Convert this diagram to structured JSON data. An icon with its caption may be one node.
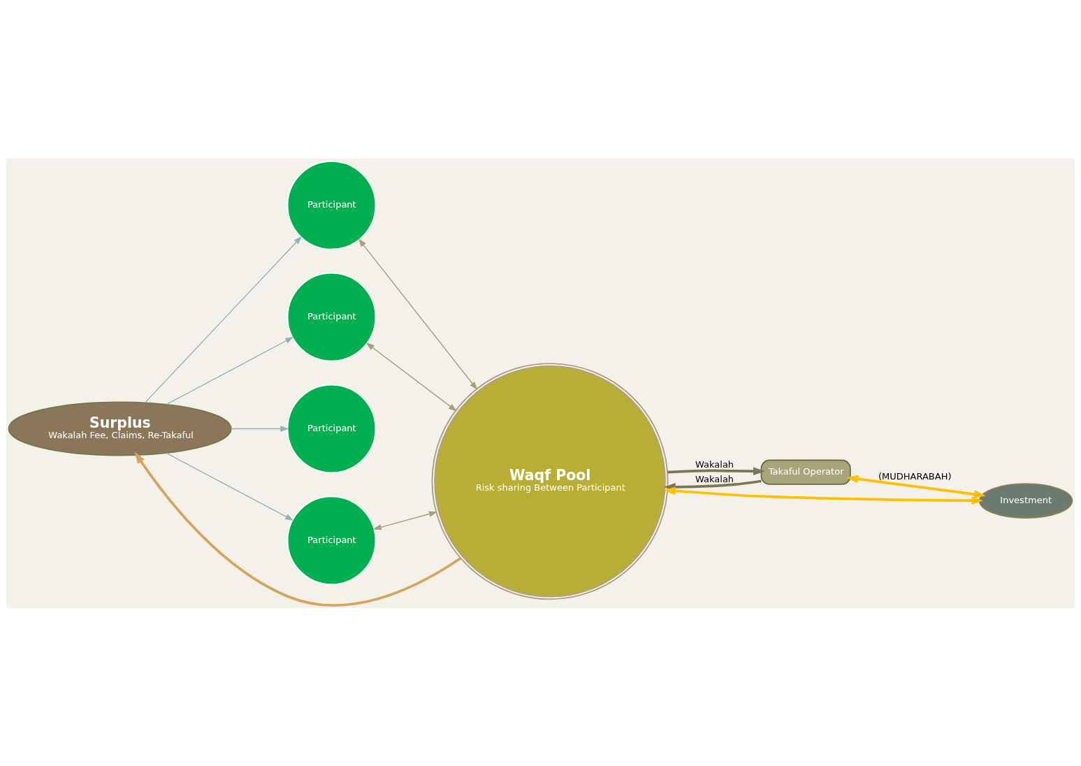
{
  "diagram": {
    "nodes": [
      {
        "text": [
          "Surplus",
          "Wakalah Fee, Claims, Re-Takaful"
        ]
      },
      {
        "text": [
          "Takaful Operator"
        ]
      },
      {
        "text": [
          "Investment"
        ]
      },
      {
        "text": [
          "Waqf Pool",
          "Risk sharing Between Participant"
        ]
      },
      {
        "text": [
          "Participant"
        ]
      },
      {
        "text": [
          "Participant"
        ]
      },
      {
        "text": [
          "Participant"
        ]
      },
      {
        "text": [
          "Participant"
        ]
      }
    ],
    "edges": [
      {
        "from": 0,
        "to": 4,
        "arrow": "to"
      },
      {
        "from": 0,
        "to": 5,
        "arrow": "to"
      },
      {
        "from": 0,
        "to": 6,
        "arrow": "to"
      },
      {
        "from": 0,
        "to": 7,
        "arrow": "to"
      },
      {
        "from": 3,
        "to": 0,
        "arrow": "to",
        "style": "thick",
        "color": "#d4a55c"
      },
      {
        "from": 4,
        "to": 3,
        "arrow": "both",
        "color": "#a3a07a"
      },
      {
        "from": 5,
        "to": 3,
        "arrow": "both",
        "color": "#a3a07a"
      },
      {
        "from": 7,
        "to": 3,
        "arrow": "both",
        "color": "#a3a07a"
      },
      {
        "from": 3,
        "to": 1,
        "arrow": "to",
        "label": "Wakalah",
        "style": "thick",
        "color": "#7a7756"
      },
      {
        "from": 1,
        "to": 3,
        "arrow": "to",
        "label": "Wakalah",
        "style": "thick",
        "color": "#7a7756"
      },
      {
        "from": 1,
        "to": 2,
        "arrow": "both",
        "label": "(MUDHARABAH)",
        "style": "thick",
        "color": "#ffc000"
      },
      {
        "from": 2,
        "to": 3,
        "arrow": "both",
        "style": "thick",
        "color": "#ffc000"
      }
    ]
  }
}
